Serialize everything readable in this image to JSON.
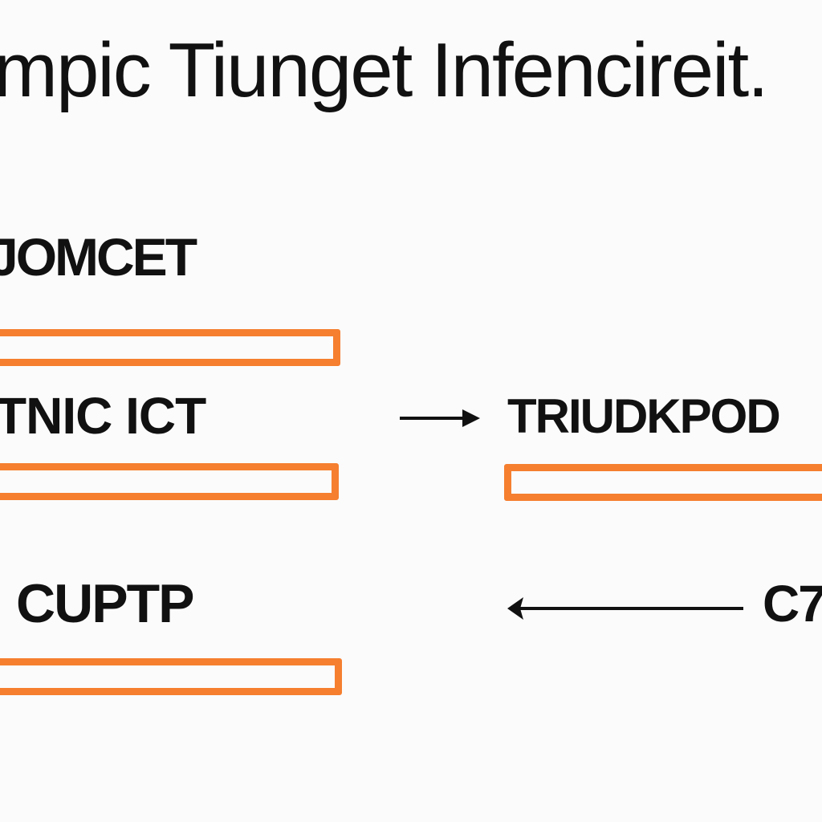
{
  "diagram": {
    "title": "mpic Tiunget Infencireit.",
    "nodes": [
      {
        "id": "n1",
        "label": "JOMCET"
      },
      {
        "id": "n2",
        "label": "TNIC ICT"
      },
      {
        "id": "n3",
        "label": "TRIUDKPOD"
      },
      {
        "id": "n4",
        "label": "CUPTP"
      },
      {
        "id": "n5",
        "label": "C7"
      }
    ],
    "edges": [
      {
        "from": "n2",
        "to": "n3",
        "direction": "right"
      },
      {
        "from": "n5",
        "to": "n4",
        "direction": "left"
      }
    ],
    "colors": {
      "accent": "#f57f2f",
      "text": "#111111",
      "background": "#fbfbfb"
    }
  }
}
